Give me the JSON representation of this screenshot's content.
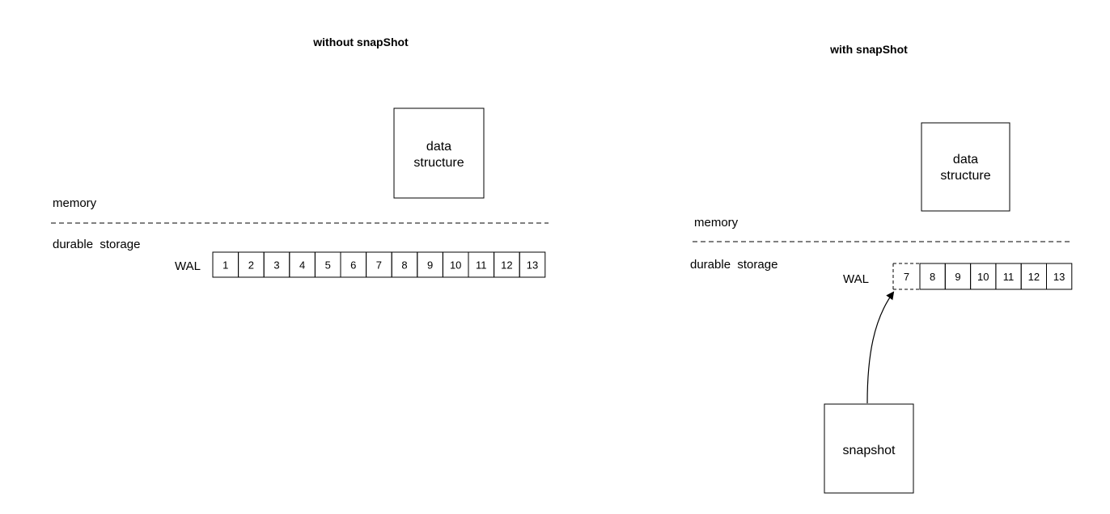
{
  "left_panel": {
    "title": "without snapShot",
    "memory_label": "memory",
    "storage_label": "durable  storage",
    "wal_label": "WAL",
    "data_structure": [
      "data",
      "structure"
    ],
    "wal_cells": [
      "1",
      "2",
      "3",
      "4",
      "5",
      "6",
      "7",
      "8",
      "9",
      "10",
      "11",
      "12",
      "13"
    ]
  },
  "right_panel": {
    "title": "with snapShot",
    "memory_label": "memory",
    "storage_label": "durable  storage",
    "wal_label": "WAL",
    "data_structure": [
      "data",
      "structure"
    ],
    "truncated_cell": "7",
    "wal_cells": [
      "8",
      "9",
      "10",
      "11",
      "12",
      "13"
    ],
    "snapshot_label": "snapshot"
  },
  "colors": {
    "stroke": "#000000",
    "background": "#ffffff"
  }
}
